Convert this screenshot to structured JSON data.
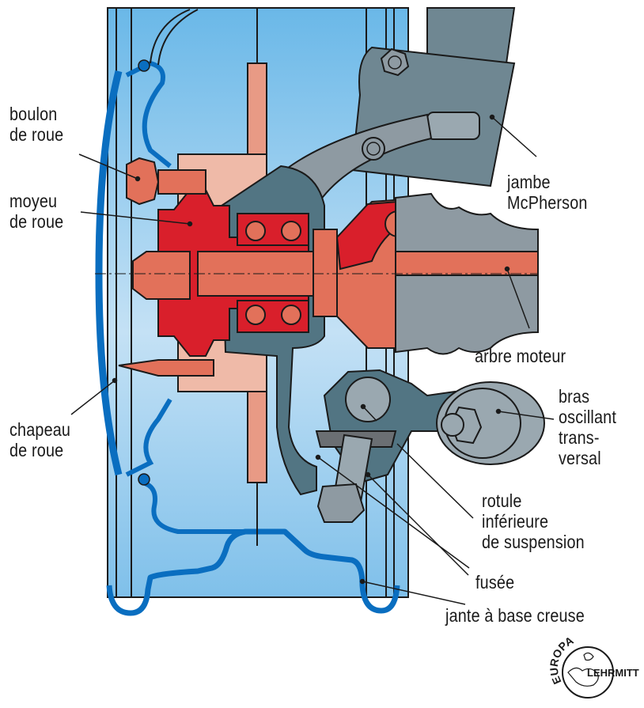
{
  "title": "Suspension McPherson — moyeu de roue (coupe)",
  "colors": {
    "rim_blue": "#0a6ec0",
    "sky_top": "#6ab8e8",
    "sky_bottom": "#c4e1f5",
    "hub_red": "#d91f2b",
    "salmon": "#e2715a",
    "light_salmon": "#efbaa8",
    "pink": "#e89a85",
    "slate": "#527583",
    "gray": "#8e9aa2",
    "light_gray": "#9aa8b0",
    "outline": "#1a1a1a"
  },
  "labels": {
    "boulon_de_roue": [
      "boulon",
      "de roue"
    ],
    "moyeu_de_roue": [
      "moyeu",
      "de roue"
    ],
    "chapeau_de_roue": [
      "chapeau",
      "de roue"
    ],
    "jambe_mcpherson": [
      "jambe",
      "McPherson"
    ],
    "arbre_moteur": [
      "arbre moteur"
    ],
    "bras_oscillant": [
      "bras",
      "oscillant",
      "trans-",
      "versal"
    ],
    "rotule": [
      "rotule",
      "inférieure",
      "de suspension"
    ],
    "fusee": [
      "fusée"
    ],
    "jante": [
      "jante à base creuse"
    ]
  },
  "logo": {
    "top_text": "EUROPA",
    "side_text": "LEHRMITTEL"
  }
}
